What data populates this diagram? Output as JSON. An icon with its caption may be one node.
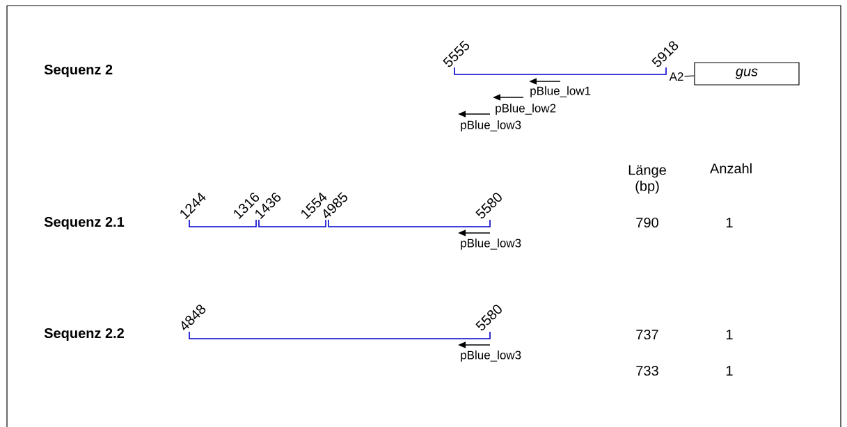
{
  "diagram": {
    "nodes": [
      {
        "text": [
          "A2"
        ]
      },
      {
        "text": [
          "gus"
        ]
      }
    ],
    "edges": [
      {
        "from": 0,
        "to": 1,
        "arrow": "none"
      }
    ],
    "labels": [
      "5555",
      "5918",
      "Sequenz 2",
      "pBlue_low1",
      "pBlue_low2",
      "pBlue_low3",
      "Länge (bp)",
      "Anzahl",
      "1244",
      "1316",
      "1436",
      "1554",
      "4985",
      "5580",
      "Sequenz 2.1",
      "790",
      "1",
      "pBlue_low3",
      "4848",
      "5580",
      "Sequenz 2.2",
      "737",
      "1",
      "pBlue_low3",
      "733",
      "1"
    ]
  }
}
